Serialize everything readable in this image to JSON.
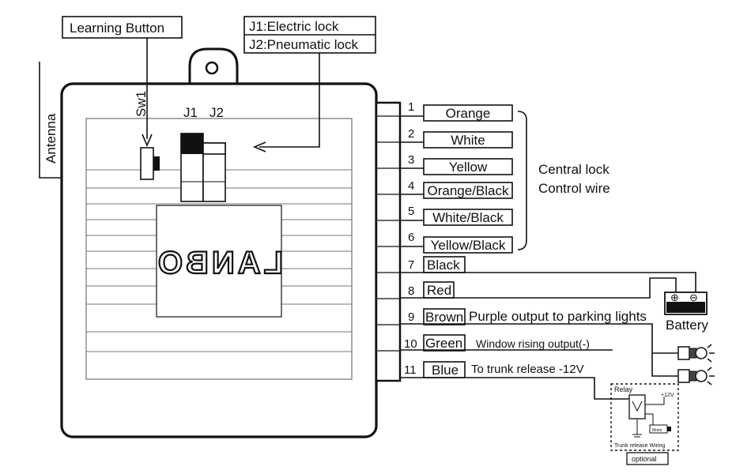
{
  "callouts": {
    "learning_button": "Learning Button",
    "j1": "J1:Electric lock",
    "j2": "J2:Pneumatic lock"
  },
  "module": {
    "antenna": "Antenna",
    "sw1": "Sw1",
    "j1": "J1",
    "j2": "J2",
    "brand": "LANBO"
  },
  "wires": [
    {
      "num": "1",
      "color": "Orange",
      "note": ""
    },
    {
      "num": "2",
      "color": "White",
      "note": ""
    },
    {
      "num": "3",
      "color": "Yellow",
      "note": ""
    },
    {
      "num": "4",
      "color": "Orange/Black",
      "note": ""
    },
    {
      "num": "5",
      "color": "White/Black",
      "note": ""
    },
    {
      "num": "6",
      "color": "Yellow/Black",
      "note": ""
    },
    {
      "num": "7",
      "color": "Black",
      "note": ""
    },
    {
      "num": "8",
      "color": "Red",
      "note": ""
    },
    {
      "num": "9",
      "color": "Brown",
      "note": "Purple output to parking lights"
    },
    {
      "num": "10",
      "color": "Green",
      "note": "Window rising output(-)"
    },
    {
      "num": "11",
      "color": "Blue",
      "note": "To trunk release -12V"
    }
  ],
  "central_lock": {
    "line1": "Central lock",
    "line2": "Control wire"
  },
  "battery": {
    "label": "Battery",
    "plus": "⊕",
    "minus": "⊖"
  },
  "relay_box": {
    "relay": "Relay",
    "voltage": "+12V",
    "motor": "Motor",
    "wiring": "Trunk release Wiring",
    "optional": "optional"
  }
}
